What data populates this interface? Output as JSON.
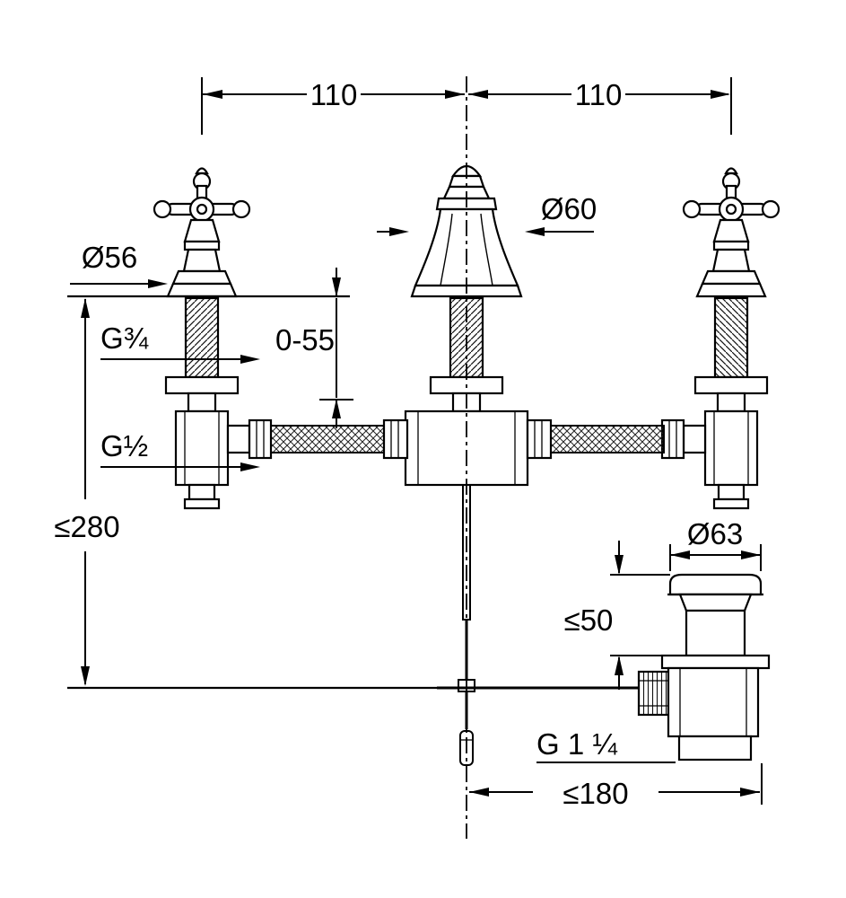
{
  "drawing": {
    "type": "technical-dimension-drawing",
    "subject": "three-hole-basin-mixer-with-pop-up-waste",
    "colors": {
      "line": "#000000",
      "background": "#ffffff"
    },
    "dims": {
      "top_left": "110",
      "top_right": "110",
      "spout_dia": "Ø60",
      "rosette_dia": "Ø56",
      "valve_thread": "G¾",
      "deck_range": "0-55",
      "inlet_thread": "G½",
      "max_height": "≤280",
      "waste_dia": "Ø63",
      "waste_deck": "≤50",
      "waste_thread": "G 1 ¼",
      "waste_offset": "≤180"
    }
  }
}
